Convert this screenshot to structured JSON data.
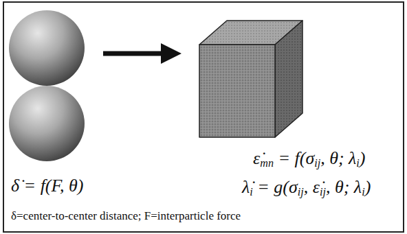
{
  "diagram": {
    "labels": [
      "ε̇mn = f(σij, θ; λi)",
      "λ̇i = g(σij, ε̇ij, θ; λi)",
      "δ̇ = f(F, θ)",
      "δ=center-to-center distance; F=interparticle force"
    ]
  }
}
